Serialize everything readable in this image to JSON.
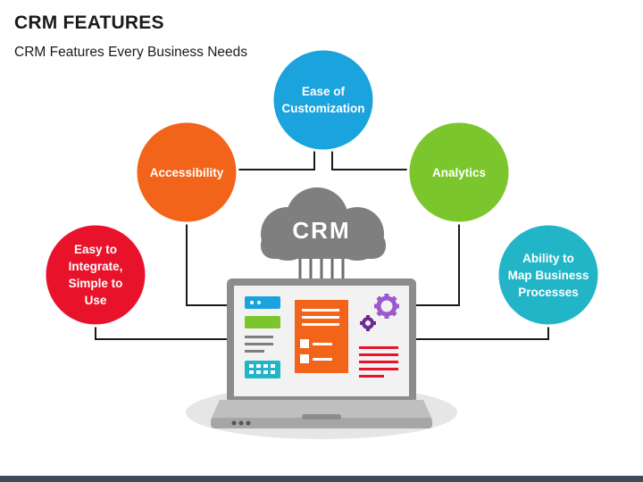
{
  "header": {
    "title": "CRM FEATURES",
    "subtitle": "CRM Features Every Business Needs"
  },
  "cloud": {
    "label": "CRM"
  },
  "features": [
    {
      "id": "easy-integrate",
      "label": "Easy to\nIntegrate,\nSimple to\nUse",
      "color": "#e8132b"
    },
    {
      "id": "accessibility",
      "label": "Accessibility",
      "color": "#f26419"
    },
    {
      "id": "ease-customization",
      "label": "Ease of\nCustomization",
      "color": "#1aa3dd"
    },
    {
      "id": "analytics",
      "label": "Analytics",
      "color": "#7bc62d"
    },
    {
      "id": "map-processes",
      "label": "Ability to\nMap Business\nProcesses",
      "color": "#22b5c8"
    }
  ],
  "colors": {
    "connector": "#1a1a1a",
    "cloud": "#7f7f7f",
    "laptop_frame": "#8c8c8c",
    "screen": "#f2f2f2",
    "shadow": "#e6e6e6"
  }
}
